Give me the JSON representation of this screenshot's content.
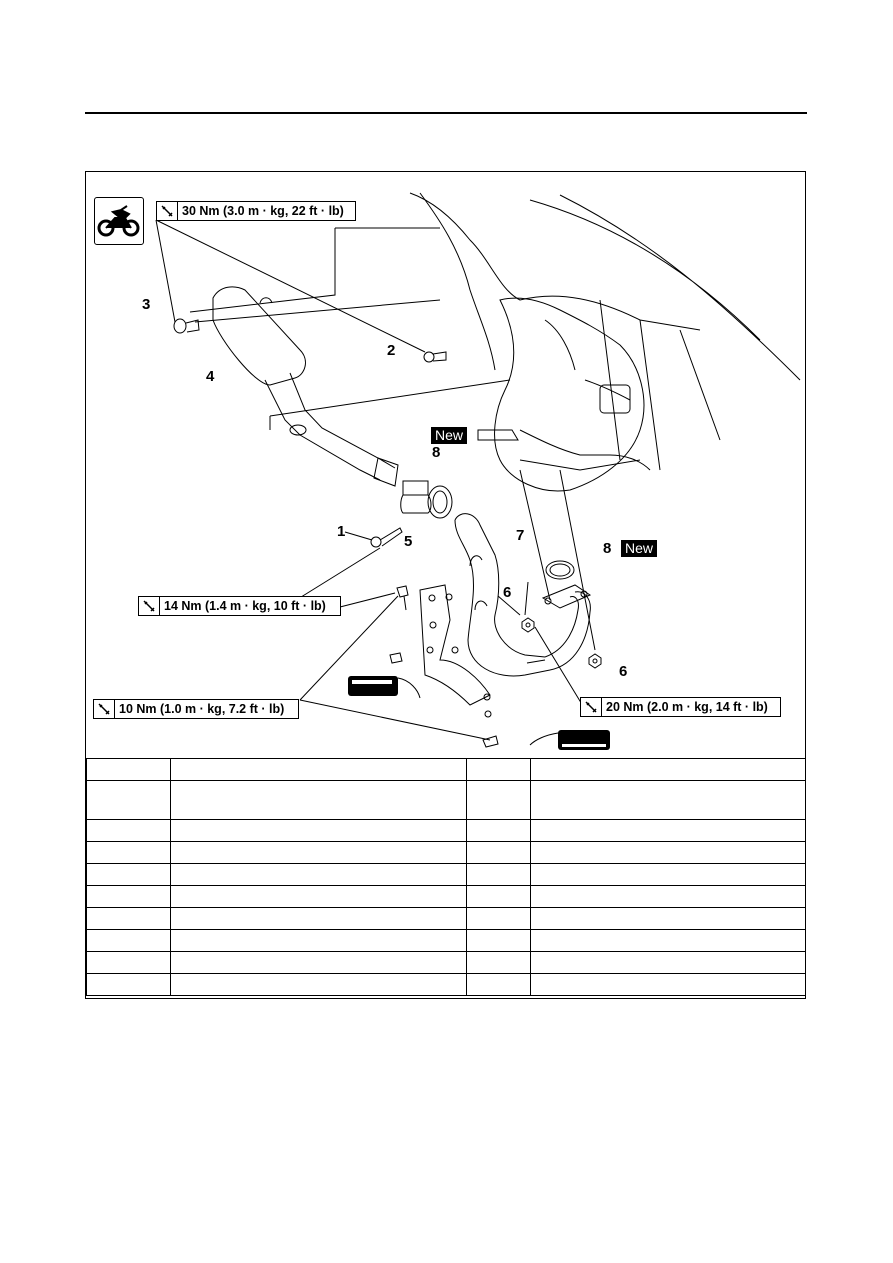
{
  "torque_specs": {
    "spec_30nm": "30 Nm (3.0 m · kg, 22 ft · lb)",
    "spec_14nm": "14 Nm (1.4 m · kg, 10 ft · lb)",
    "spec_10nm": "10 Nm (1.0 m · kg, 7.2 ft · lb)",
    "spec_20nm": "20 Nm (2.0 m · kg, 14 ft · lb)"
  },
  "new_badges": {
    "gasket_top": "New",
    "gasket_right": "New"
  },
  "callouts": {
    "c1": "1",
    "c2": "2",
    "c3": "3",
    "c4": "4",
    "c5": "5",
    "c6a": "6",
    "c6b": "6",
    "c7": "7",
    "c8a": "8",
    "c8b": "8"
  },
  "parts_table": {
    "rows": [
      [
        "",
        "",
        "",
        ""
      ],
      [
        "",
        "",
        "",
        ""
      ],
      [
        "",
        "",
        "",
        ""
      ],
      [
        "",
        "",
        "",
        ""
      ],
      [
        "",
        "",
        "",
        ""
      ],
      [
        "",
        "",
        "",
        ""
      ],
      [
        "",
        "",
        "",
        ""
      ],
      [
        "",
        "",
        "",
        ""
      ],
      [
        "",
        "",
        "",
        ""
      ],
      [
        "",
        "",
        "",
        ""
      ]
    ]
  },
  "icons": {
    "vehicle": "motorcycle-icon",
    "torque": "torque-wrench-icon"
  }
}
